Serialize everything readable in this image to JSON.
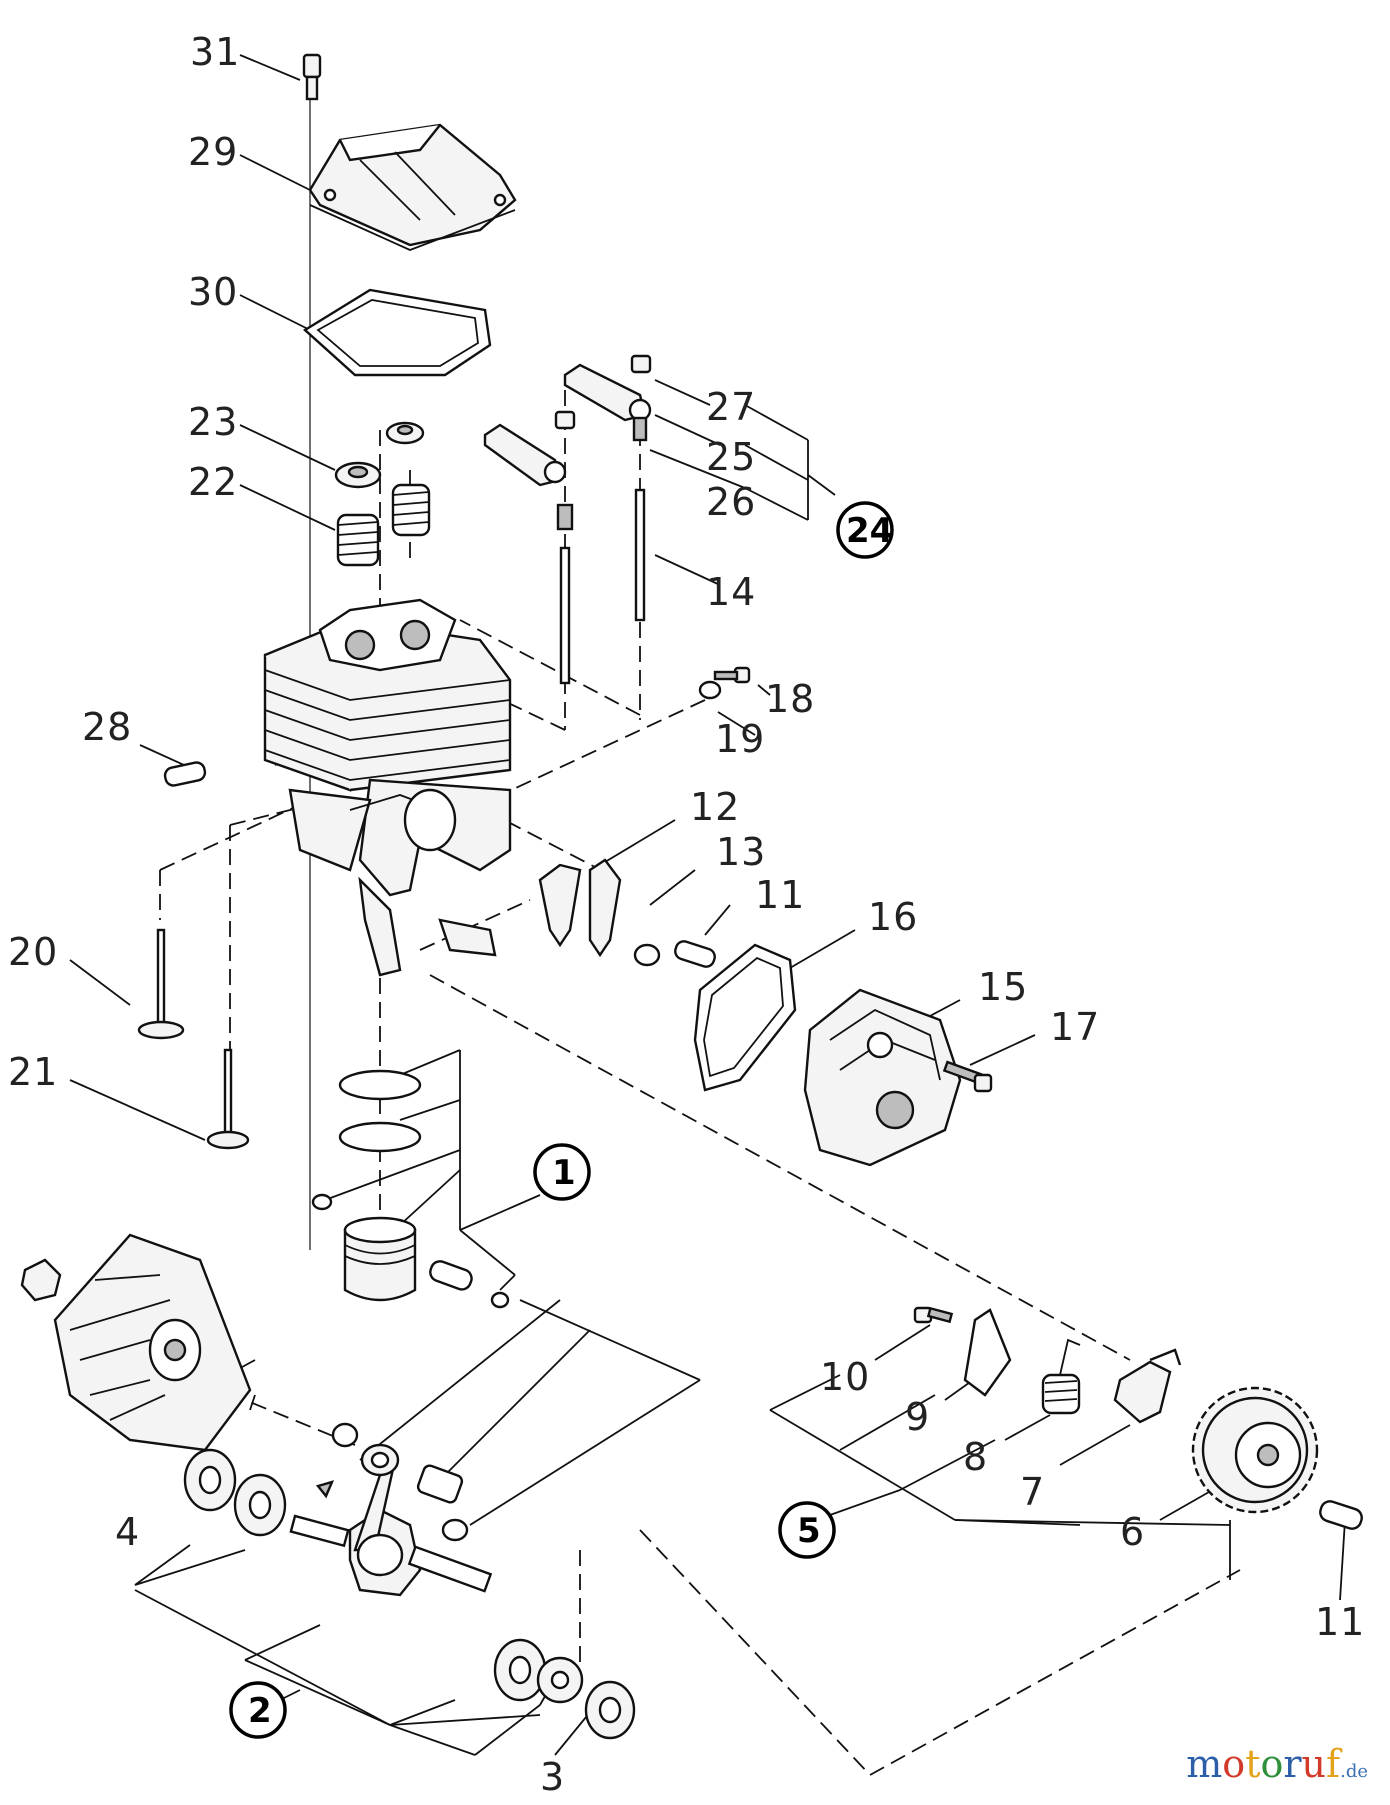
{
  "labels": {
    "n31": "31",
    "n29": "29",
    "n30": "30",
    "n23": "23",
    "n22": "22",
    "n27": "27",
    "n25": "25",
    "n26": "26",
    "n24": "24",
    "n14": "14",
    "n18": "18",
    "n19": "19",
    "n28": "28",
    "n12": "12",
    "n13": "13",
    "n11a": "11",
    "n16": "16",
    "n15": "15",
    "n17": "17",
    "n20": "20",
    "n21": "21",
    "n1": "1",
    "n10": "10",
    "n9": "9",
    "n8": "8",
    "n7": "7",
    "n5": "5",
    "n6": "6",
    "n11b": "11",
    "n4": "4",
    "n2": "2",
    "n3": "3"
  },
  "watermark": {
    "text": "motoruf",
    "suffix": ".de",
    "colors": [
      "#2c5fa8",
      "#d23a2a",
      "#e3a21a",
      "#2f8f3a"
    ]
  }
}
